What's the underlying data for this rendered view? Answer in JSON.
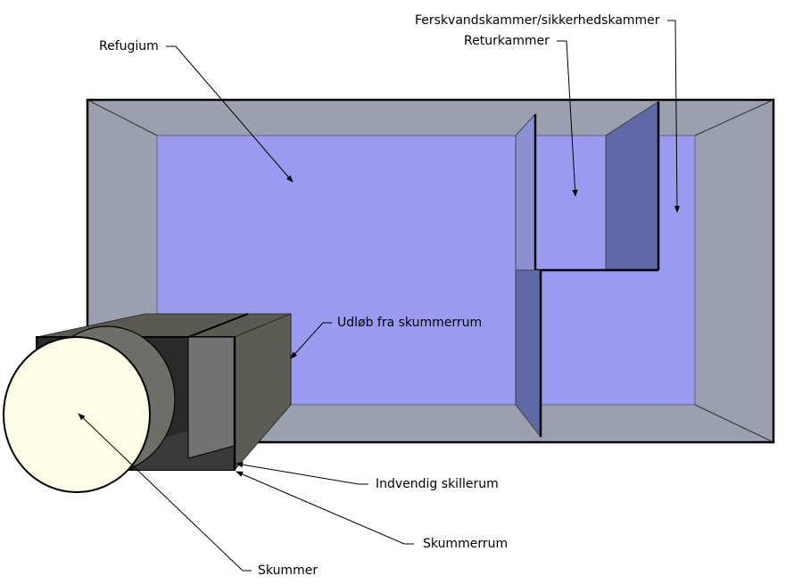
{
  "labels": {
    "refugium": "Refugium",
    "ferskvand": "Ferskvandskammer/sikkerhedskammer",
    "returkammer": "Returkammer",
    "udlob": "Udløb fra skummerrum",
    "skillerum": "Indvendig skillerum",
    "skummerrum": "Skummerrum",
    "skummer": "Skummer"
  },
  "colors": {
    "frame": "#9aa0ae",
    "water": "#9a9af0",
    "divider_dark": "#6068a8",
    "divider_light": "#8c90d0",
    "box_side": "#5c5c54",
    "box_top": "#5a5a52",
    "box_inner": "#2a2a2a",
    "cylinder_face": "#fdfde8",
    "cylinder_body": "#6e6e68"
  }
}
